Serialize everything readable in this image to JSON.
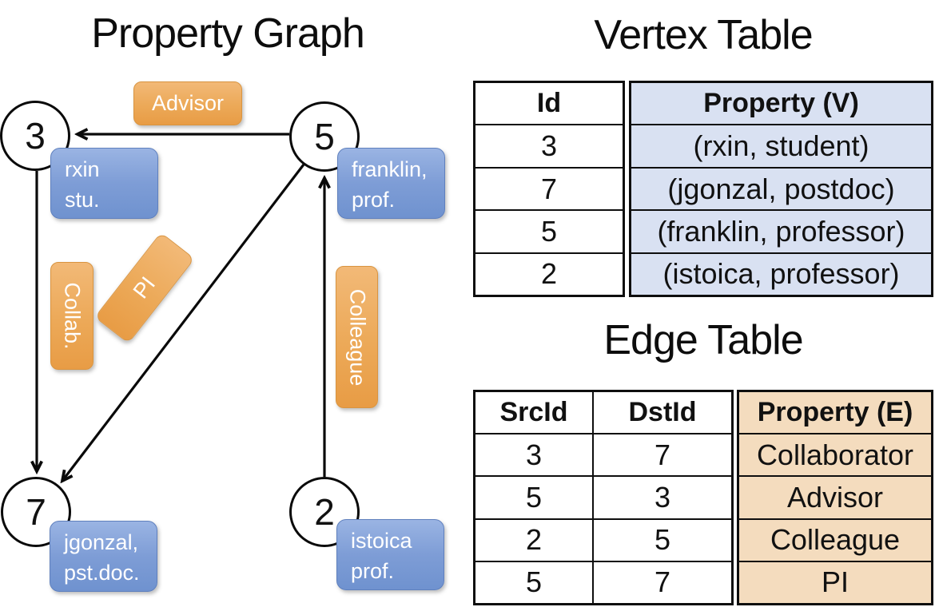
{
  "graph": {
    "title": "Property Graph",
    "nodes": {
      "n3": {
        "id": "3",
        "prop_line1": "rxin",
        "prop_line2": "stu."
      },
      "n5": {
        "id": "5",
        "prop_line1": "franklin,",
        "prop_line2": "prof."
      },
      "n7": {
        "id": "7",
        "prop_line1": "jgonzal,",
        "prop_line2": "pst.doc."
      },
      "n2": {
        "id": "2",
        "prop_line1": "istoica",
        "prop_line2": "prof."
      }
    },
    "edges": [
      {
        "src": "5",
        "dst": "3",
        "label": "Advisor"
      },
      {
        "src": "3",
        "dst": "7",
        "label": "Collab."
      },
      {
        "src": "5",
        "dst": "7",
        "label": "PI"
      },
      {
        "src": "2",
        "dst": "5",
        "label": "Colleague"
      }
    ]
  },
  "vertex_table": {
    "title": "Vertex Table",
    "columns": [
      "Id",
      "Property (V)"
    ],
    "rows": [
      [
        "3",
        "(rxin, student)"
      ],
      [
        "7",
        "(jgonzal, postdoc)"
      ],
      [
        "5",
        "(franklin, professor)"
      ],
      [
        "2",
        "(istoica, professor)"
      ]
    ]
  },
  "edge_table": {
    "title": "Edge Table",
    "columns": [
      "SrcId",
      "DstId",
      "Property (E)"
    ],
    "rows": [
      [
        "3",
        "7",
        "Collaborator"
      ],
      [
        "5",
        "3",
        "Advisor"
      ],
      [
        "2",
        "5",
        "Colleague"
      ],
      [
        "5",
        "7",
        "PI"
      ]
    ]
  },
  "colors": {
    "edge_label_orange_top": "#F2B977",
    "edge_label_orange_bottom": "#E89C45",
    "vertex_box_blue_top": "#9AB4E3",
    "vertex_box_blue_bottom": "#6F92CF",
    "vertex_table_property_fill": "#D9E1F2",
    "edge_table_property_fill": "#F4DCBE",
    "line_color": "#0a0a0a"
  }
}
